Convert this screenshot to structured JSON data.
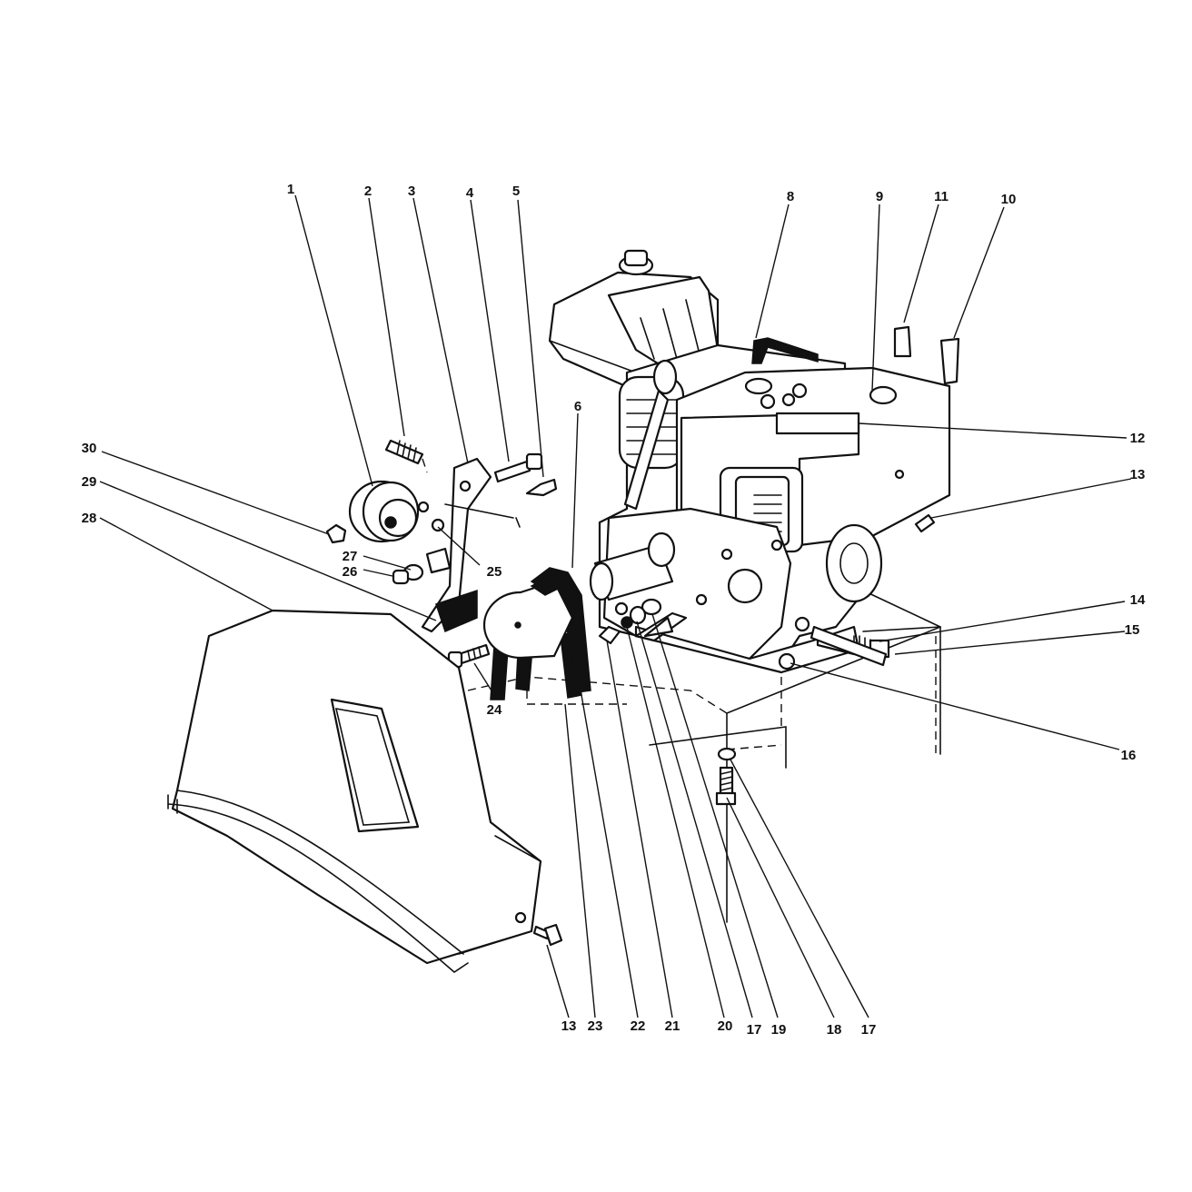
{
  "callouts": [
    {
      "id": "c1",
      "text": "1"
    },
    {
      "id": "c2",
      "text": "2"
    },
    {
      "id": "c3",
      "text": "3"
    },
    {
      "id": "c4",
      "text": "4"
    },
    {
      "id": "c5",
      "text": "5"
    },
    {
      "id": "c6",
      "text": "6"
    },
    {
      "id": "c8",
      "text": "8"
    },
    {
      "id": "c9",
      "text": "9"
    },
    {
      "id": "c11",
      "text": "11"
    },
    {
      "id": "c10",
      "text": "10"
    },
    {
      "id": "c12",
      "text": "12"
    },
    {
      "id": "c13a",
      "text": "13"
    },
    {
      "id": "c14",
      "text": "14"
    },
    {
      "id": "c15",
      "text": "15"
    },
    {
      "id": "c16",
      "text": "16"
    },
    {
      "id": "c30",
      "text": "30"
    },
    {
      "id": "c29",
      "text": "29"
    },
    {
      "id": "c28",
      "text": "28"
    },
    {
      "id": "c27",
      "text": "27"
    },
    {
      "id": "c26",
      "text": "26"
    },
    {
      "id": "c25",
      "text": "25"
    },
    {
      "id": "c24",
      "text": "24"
    },
    {
      "id": "c13b",
      "text": "13"
    },
    {
      "id": "c23",
      "text": "23"
    },
    {
      "id": "c22",
      "text": "22"
    },
    {
      "id": "c21",
      "text": "21"
    },
    {
      "id": "c20",
      "text": "20"
    },
    {
      "id": "c17a",
      "text": "17"
    },
    {
      "id": "c19",
      "text": "19"
    },
    {
      "id": "c18",
      "text": "18"
    },
    {
      "id": "c17b",
      "text": "17"
    }
  ]
}
